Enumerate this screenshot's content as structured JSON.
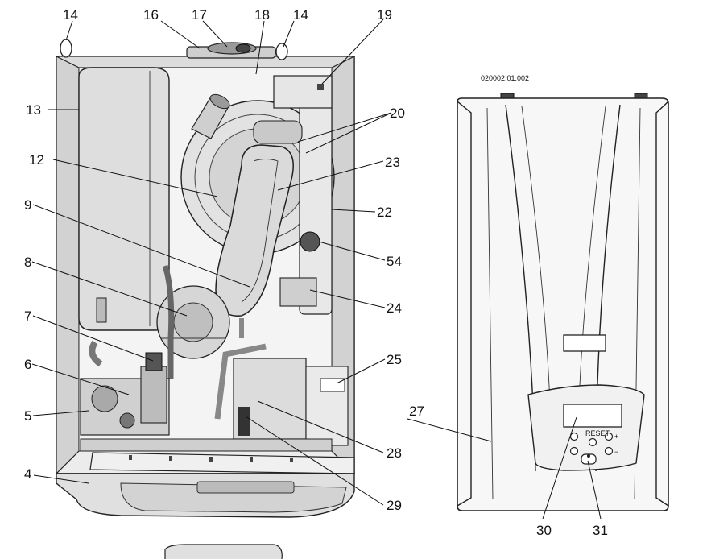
{
  "figure": {
    "reference_code": "020002.01.002",
    "callouts": {
      "c4": "4",
      "c5": "5",
      "c6": "6",
      "c7": "7",
      "c8": "8",
      "c9": "9",
      "c12": "12",
      "c13": "13",
      "c14a": "14",
      "c14b": "14",
      "c16": "16",
      "c17": "17",
      "c18": "18",
      "c19": "19",
      "c20": "20",
      "c22": "22",
      "c23": "23",
      "c24": "24",
      "c25": "25",
      "c27": "27",
      "c28": "28",
      "c29": "29",
      "c30": "30",
      "c31": "31",
      "c54": "54"
    },
    "control_panel_symbols": {
      "reset": "RESET",
      "plus": "+",
      "minus": "−"
    },
    "colors": {
      "line": "#111111",
      "casing": "#e6e6e6",
      "casing_shadow": "#cfcfcf",
      "components": "#d8d8d8",
      "dark_parts": "#555555",
      "background": "#ffffff"
    }
  }
}
